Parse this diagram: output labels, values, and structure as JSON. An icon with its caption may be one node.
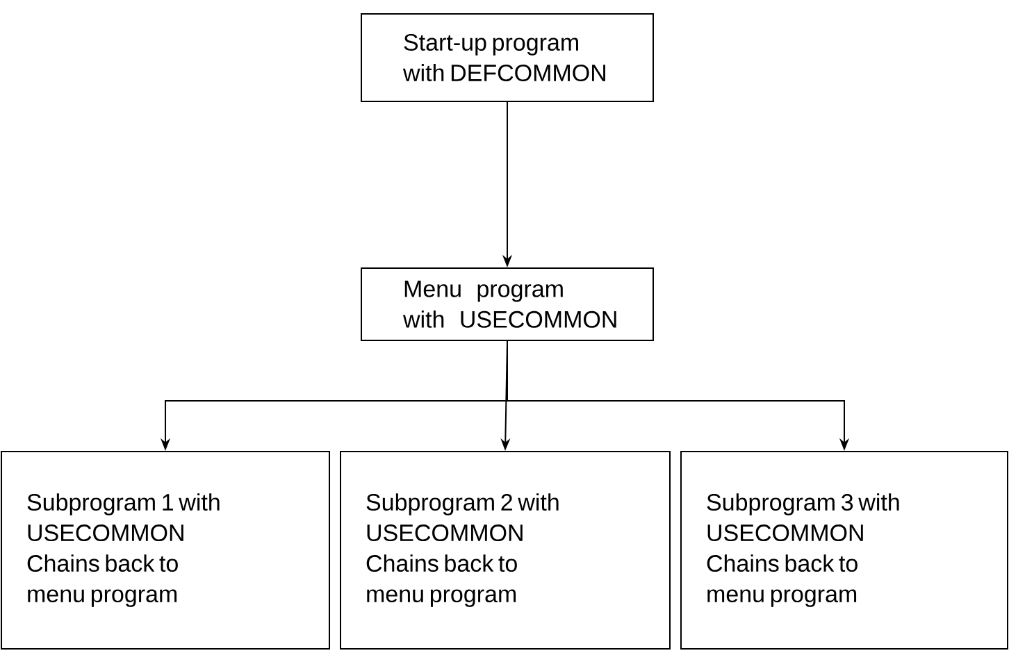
{
  "diagram": {
    "nodes": [
      {
        "text": [
          "Start-up program with DEFCOMMON"
        ]
      },
      {
        "text": [
          "Menu program with USECOMMON"
        ]
      },
      {
        "text": [
          "Subprogram 1 with USECOMMON",
          "Chains back to menu program"
        ]
      },
      {
        "text": [
          "Subprogram 2 with USECOMMON",
          "Chains back to menu program"
        ]
      },
      {
        "text": [
          "Subprogram 3 with USECOMMON",
          "Chains back to menu program"
        ]
      }
    ],
    "edges": [
      {
        "from": 0,
        "to": 1,
        "arrow": "to"
      },
      {
        "from": 1,
        "to": 2,
        "arrow": "to"
      },
      {
        "from": 1,
        "to": 3,
        "arrow": "to"
      },
      {
        "from": 1,
        "to": 4,
        "arrow": "to"
      }
    ]
  }
}
